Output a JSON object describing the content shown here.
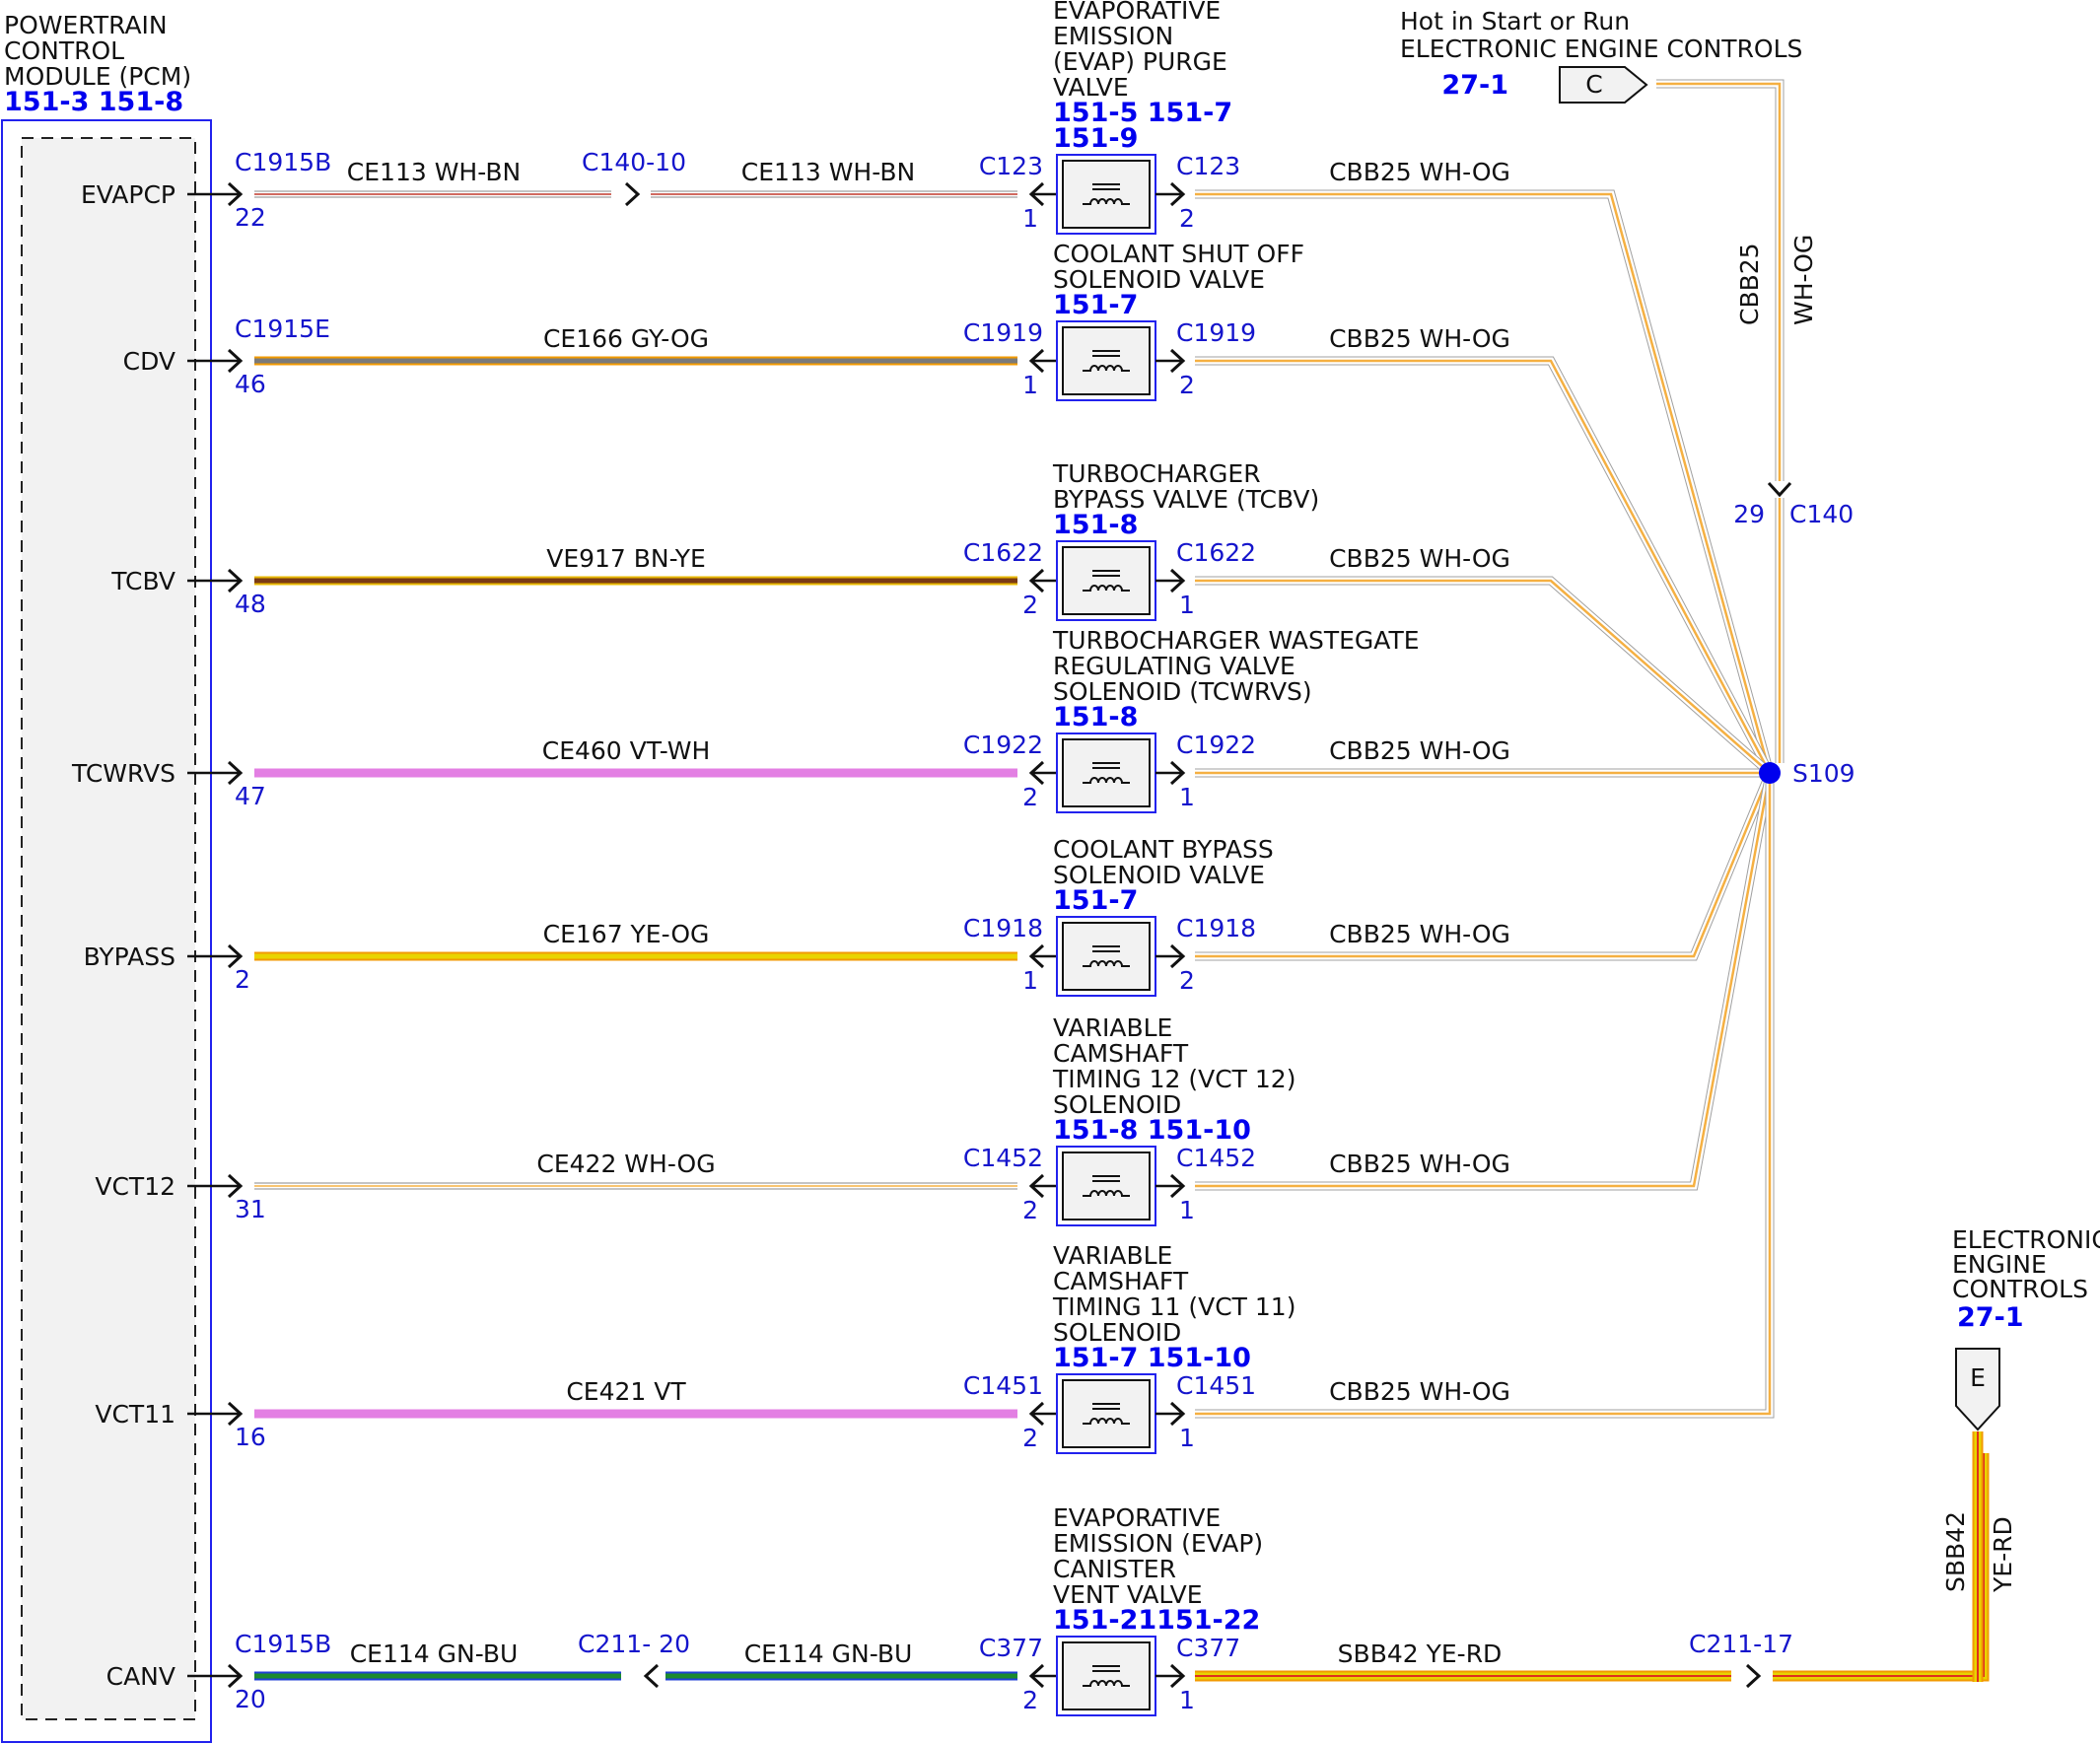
{
  "pcm": {
    "title_lines": [
      "POWERTRAIN",
      "CONTROL",
      "MODULE (PCM)"
    ],
    "refs": "151-3 151-8"
  },
  "circuits": [
    {
      "pin_name": "EVAPCP",
      "pcm_connector": "C1915B",
      "pcm_pin": "22",
      "wire_color": "#c0392b",
      "wire_thick": false,
      "wire_id": "CE113",
      "wire_code": "WH-BN",
      "mid_connector": "C140-10",
      "mid_wire_id": "CE113",
      "mid_wire_code": "WH-BN",
      "component_connector": "C123",
      "component_in_pin": "1",
      "component_out_pin": "2",
      "component_name": [
        "EVAPORATIVE",
        "EMISSION",
        "(EVAP) PURGE",
        "VALVE"
      ],
      "component_refs": [
        "151-5 151-7",
        "151-9"
      ],
      "out_wire_id": "CBB25",
      "out_wire_code": "WH-OG"
    },
    {
      "pin_name": "CDV",
      "pcm_connector": "C1915E",
      "pcm_pin": "46",
      "wire_color": "#7a7a7a",
      "wire_accent": "#f29a00",
      "wire_thick": true,
      "wire_id": "CE166",
      "wire_code": "GY-OG",
      "component_connector": "C1919",
      "component_in_pin": "1",
      "component_out_pin": "2",
      "component_name": [
        "COOLANT SHUT OFF",
        "SOLENOID VALVE"
      ],
      "component_refs": [
        "151-7"
      ],
      "out_wire_id": "CBB25",
      "out_wire_code": "WH-OG"
    },
    {
      "pin_name": "TCBV",
      "pcm_pin": "48",
      "wire_color": "#7b3b14",
      "wire_accent": "#e8b800",
      "wire_thick": true,
      "wire_id": "VE917",
      "wire_code": "BN-YE",
      "component_connector": "C1622",
      "component_in_pin": "2",
      "component_out_pin": "1",
      "component_name": [
        "TURBOCHARGER",
        "BYPASS VALVE (TCBV)"
      ],
      "component_refs": [
        "151-8"
      ],
      "out_wire_id": "CBB25",
      "out_wire_code": "WH-OG"
    },
    {
      "pin_name": "TCWRVS",
      "pcm_pin": "47",
      "wire_color": "#e37fe3",
      "wire_thick": true,
      "wire_id": "CE460",
      "wire_code": "VT-WH",
      "component_connector": "C1922",
      "component_in_pin": "2",
      "component_out_pin": "1",
      "component_name": [
        "TURBOCHARGER WASTEGATE",
        "REGULATING VALVE",
        "SOLENOID (TCWRVS)"
      ],
      "component_refs": [
        "151-8"
      ],
      "out_wire_id": "CBB25",
      "out_wire_code": "WH-OG"
    },
    {
      "pin_name": "BYPASS",
      "pcm_pin": "2",
      "wire_color": "#e8d400",
      "wire_accent": "#f29a00",
      "wire_thick": true,
      "wire_id": "CE167",
      "wire_code": "YE-OG",
      "component_connector": "C1918",
      "component_in_pin": "1",
      "component_out_pin": "2",
      "component_name": [
        "COOLANT BYPASS",
        "SOLENOID VALVE"
      ],
      "component_refs": [
        "151-7"
      ],
      "out_wire_id": "CBB25",
      "out_wire_code": "WH-OG"
    },
    {
      "pin_name": "VCT12",
      "pcm_pin": "31",
      "wire_color": "#f5b042",
      "wire_thick": false,
      "wire_id": "CE422",
      "wire_code": "WH-OG",
      "component_connector": "C1452",
      "component_in_pin": "2",
      "component_out_pin": "1",
      "component_name": [
        "VARIABLE",
        "CAMSHAFT",
        "TIMING 12 (VCT 12)",
        "SOLENOID"
      ],
      "component_refs": [
        "151-8  151-10"
      ],
      "out_wire_id": "CBB25",
      "out_wire_code": "WH-OG"
    },
    {
      "pin_name": "VCT11",
      "pcm_pin": "16",
      "wire_color": "#e37fe3",
      "wire_thick": true,
      "wire_id": "CE421",
      "wire_code": "VT",
      "component_connector": "C1451",
      "component_in_pin": "2",
      "component_out_pin": "1",
      "component_name": [
        "VARIABLE",
        "CAMSHAFT",
        "TIMING 11 (VCT 11)",
        "SOLENOID"
      ],
      "component_refs": [
        "151-7  151-10"
      ],
      "out_wire_id": "CBB25",
      "out_wire_code": "WH-OG"
    },
    {
      "pin_name": "CANV",
      "pcm_connector": "C1915B",
      "pcm_pin": "20",
      "wire_color": "#1b8a2e",
      "wire_accent": "#1f3fd6",
      "wire_thick": true,
      "wire_id": "CE114",
      "wire_code": "GN-BU",
      "mid_connector": "C211- 20",
      "mid_wire_id": "CE114",
      "mid_wire_code": "GN-BU",
      "component_connector": "C377",
      "component_in_pin": "2",
      "component_out_pin": "1",
      "component_name": [
        "EVAPORATIVE",
        "EMISSION (EVAP)",
        "CANISTER",
        "VENT VALVE"
      ],
      "component_refs": [
        "151-21151-22"
      ],
      "out_wire_id": "SBB42",
      "out_wire_code": "YE-RD",
      "out_connector": "C211-17"
    }
  ],
  "splice": {
    "id": "S109"
  },
  "feed": {
    "label_lines": [
      "Hot in Start or Run",
      "ELECTRONIC ENGINE CONTROLS"
    ],
    "ref": "27-1",
    "flag_letter": "C",
    "wire_id": "CBB25",
    "wire_code": "WH-OG",
    "connector": "C140",
    "connector_pin": "29"
  },
  "eec_right": {
    "label_lines": [
      "ELECTRONIC",
      "ENGINE",
      "CONTROLS"
    ],
    "ref": "27-1",
    "flag_letter": "E",
    "wire_id": "SBB42",
    "wire_code": "YE-RD"
  },
  "colors": {
    "connector_blue": "#0000ee",
    "wh_og_outer": "#a0a0a0",
    "wh_og_inner": "#f5b042",
    "ye_rd_outer": "#f29a00",
    "ye_rd_inner": "#e8d400",
    "ye_rd_stripe": "#e0301e",
    "pcm_fill": "#f2f2f2"
  }
}
